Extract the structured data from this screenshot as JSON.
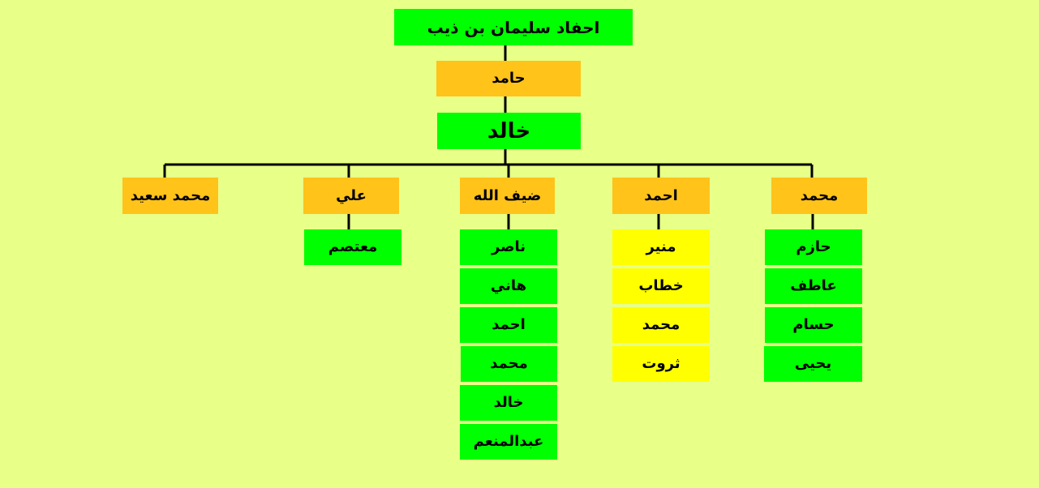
{
  "root_title": "احفاد سليمان بن ذيب",
  "level1": "حامد",
  "level2": "خالد",
  "children": [
    {
      "name": "محمد",
      "descendants": [
        "حازم",
        "عاطف",
        "حسام",
        "يحيى"
      ]
    },
    {
      "name": "احمد",
      "descendants": [
        "منير",
        "خطاب",
        "محمد",
        "ثروت"
      ]
    },
    {
      "name": "ضيف الله",
      "descendants": [
        "ناصر",
        "هاني",
        "احمد",
        "محمد",
        "خالد",
        "عبدالمنعم"
      ]
    },
    {
      "name": "علي",
      "descendants": [
        "معتصم"
      ]
    },
    {
      "name": "محمد سعيد",
      "descendants": []
    }
  ],
  "colors": {
    "background": "#e8ff88",
    "green": "#00ff00",
    "orange": "#ffc31a",
    "yellow": "#ffff00",
    "line": "#000000"
  }
}
